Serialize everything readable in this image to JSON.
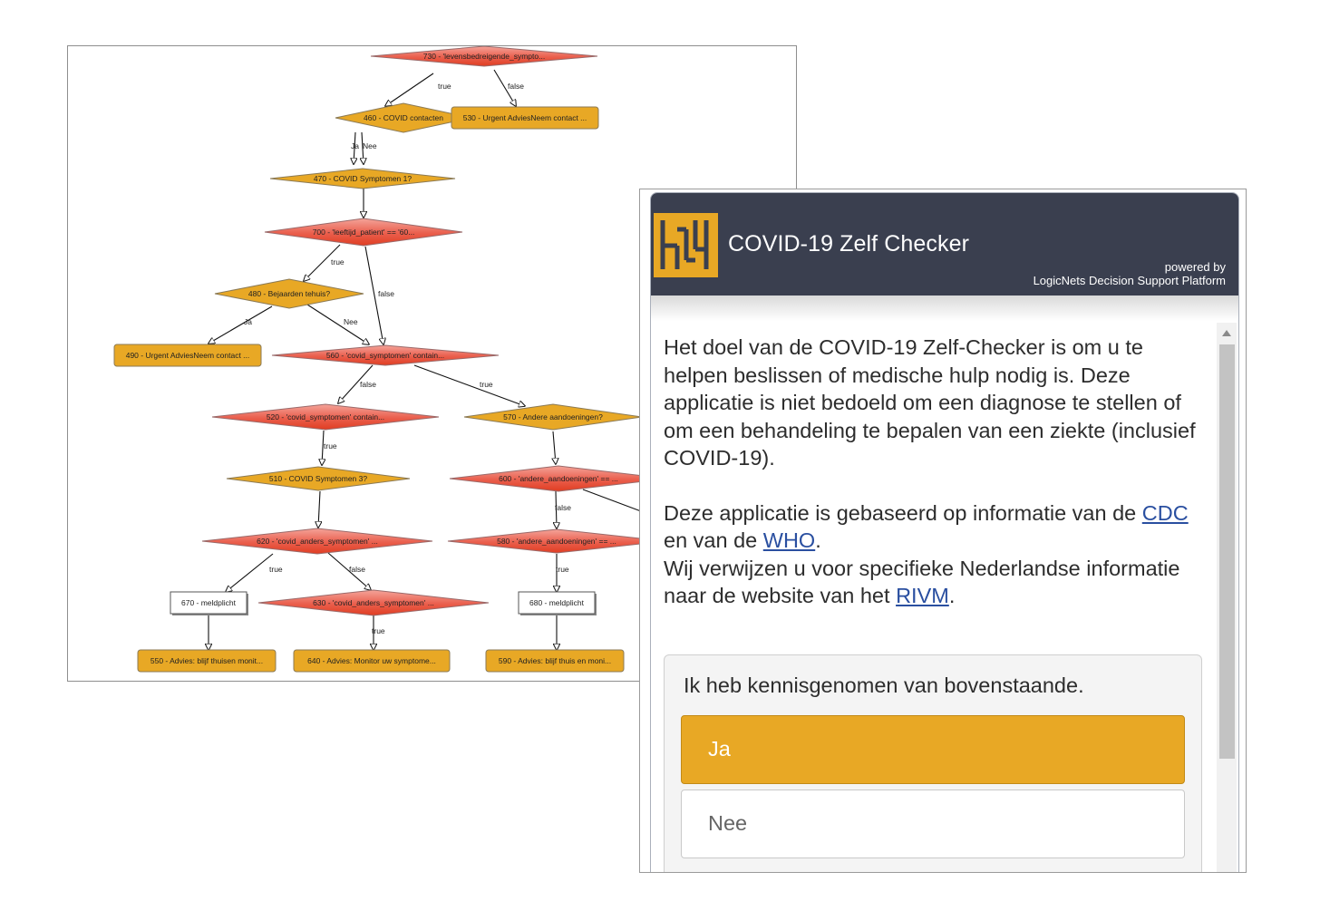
{
  "diagram": {
    "nodes": [
      {
        "id": "n730",
        "shape": "diamond",
        "style": "red",
        "text": "730 - 'levensbedreigende_sympto..."
      },
      {
        "id": "n460",
        "shape": "diamond",
        "style": "orange",
        "text": "460 - COVID contacten"
      },
      {
        "id": "n530",
        "shape": "rect",
        "style": "orange",
        "text": "530 - Urgent AdviesNeem contact ..."
      },
      {
        "id": "n470",
        "shape": "diamond",
        "style": "orange",
        "text": "470 - COVID Symptomen 1?"
      },
      {
        "id": "n700",
        "shape": "diamond",
        "style": "red",
        "text": "700 - 'leeftijd_patient' == '60..."
      },
      {
        "id": "n480",
        "shape": "diamond",
        "style": "orange",
        "text": "480 - Bejaarden tehuis?"
      },
      {
        "id": "n490",
        "shape": "rect",
        "style": "orange",
        "text": "490 - Urgent AdviesNeem contact ..."
      },
      {
        "id": "n560",
        "shape": "diamond",
        "style": "red",
        "text": "560 - 'covid_symptomen' contain..."
      },
      {
        "id": "n520",
        "shape": "diamond",
        "style": "red",
        "text": "520 - 'covid_symptomen' contain..."
      },
      {
        "id": "n570",
        "shape": "diamond",
        "style": "orange",
        "text": "570 - Andere aandoeningen?"
      },
      {
        "id": "n510",
        "shape": "diamond",
        "style": "orange",
        "text": "510 - COVID Symptomen 3?"
      },
      {
        "id": "n600",
        "shape": "diamond",
        "style": "red",
        "text": "600 - 'andere_aandoeningen' == ..."
      },
      {
        "id": "n620",
        "shape": "diamond",
        "style": "red",
        "text": "620 - 'covid_anders_symptomen' ..."
      },
      {
        "id": "n580",
        "shape": "diamond",
        "style": "red",
        "text": "580 - 'andere_aandoeningen' == ..."
      },
      {
        "id": "n670",
        "shape": "rect",
        "style": "white",
        "text": "670 - meldplicht"
      },
      {
        "id": "n630",
        "shape": "diamond",
        "style": "red",
        "text": "630 - 'covid_anders_symptomen' ..."
      },
      {
        "id": "n680",
        "shape": "rect",
        "style": "white",
        "text": "680 - meldplicht"
      },
      {
        "id": "n550",
        "shape": "rect",
        "style": "orange",
        "text": "550 - Advies: blijf thuisen monit..."
      },
      {
        "id": "n640",
        "shape": "rect",
        "style": "orange",
        "text": "640 - Advies: Monitor uw symptome..."
      },
      {
        "id": "n590",
        "shape": "rect",
        "style": "orange",
        "text": "590 - Advies: blijf thuis en moni..."
      }
    ],
    "edges": [
      {
        "from": "n730",
        "to": "n460",
        "label": "true"
      },
      {
        "from": "n730",
        "to": "n530",
        "label": "false"
      },
      {
        "from": "n460",
        "to": "n470",
        "label": "Ja"
      },
      {
        "from": "n460",
        "to": "n470",
        "label": "Nee"
      },
      {
        "from": "n470",
        "to": "n700",
        "label": ""
      },
      {
        "from": "n700",
        "to": "n480",
        "label": "true"
      },
      {
        "from": "n700",
        "to": "n560",
        "label": "false"
      },
      {
        "from": "n480",
        "to": "n490",
        "label": "Ja"
      },
      {
        "from": "n480",
        "to": "n560",
        "label": "Nee"
      },
      {
        "from": "n560",
        "to": "n520",
        "label": "false"
      },
      {
        "from": "n560",
        "to": "n570",
        "label": "true"
      },
      {
        "from": "n520",
        "to": "n510",
        "label": "true"
      },
      {
        "from": "n570",
        "to": "n600",
        "label": ""
      },
      {
        "from": "n510",
        "to": "n620",
        "label": ""
      },
      {
        "from": "n600",
        "to": "n580",
        "label": "false"
      },
      {
        "from": "n620",
        "to": "n670",
        "label": "true"
      },
      {
        "from": "n620",
        "to": "n630",
        "label": "false"
      },
      {
        "from": "n580",
        "to": "n680",
        "label": "true"
      },
      {
        "from": "n670",
        "to": "n550",
        "label": ""
      },
      {
        "from": "n630",
        "to": "n640",
        "label": "true"
      },
      {
        "from": "n680",
        "to": "n590",
        "label": ""
      }
    ]
  },
  "checker": {
    "title": "COVID-19 Zelf Checker",
    "powered_by_line1": "powered by",
    "powered_by_line2": "LogicNets Decision Support Platform",
    "intro": "Het doel van de COVID-19 Zelf-Checker is om u te helpen beslissen of medische hulp nodig is. Deze applicatie is niet bedoeld om een diagnose te stellen of om een behandeling te bepalen van een ziekte (inclusief COVID-19).",
    "info_prefix": "Deze applicatie is gebaseerd op informatie van de",
    "link_cdc": "CDC",
    "info_middle": "en van de",
    "link_who": "WHO",
    "info_suffix": ".",
    "refer_text": "Wij verwijzen u voor specifieke Nederlandse informatie naar de website van het",
    "link_rivm": "RIVM",
    "refer_suffix": ".",
    "question": "Ik heb kennisgenomen van bovenstaande.",
    "answer_yes": "Ja",
    "answer_no": "Nee",
    "colors": {
      "header_bg": "#3a3f4f",
      "accent": "#e8a825",
      "link": "#2a4fa0"
    }
  }
}
